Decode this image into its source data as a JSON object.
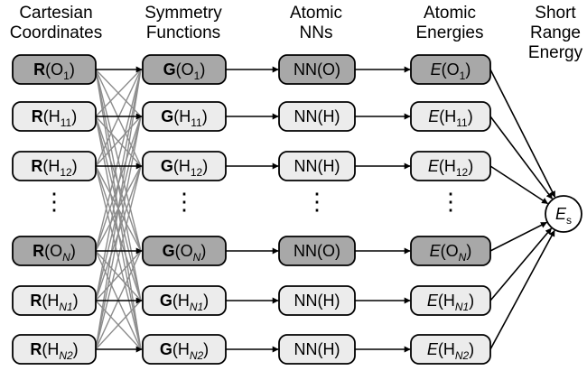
{
  "columns": [
    {
      "lines": [
        "Cartesian",
        "Coordinates"
      ]
    },
    {
      "lines": [
        "Symmetry",
        "Functions"
      ]
    },
    {
      "lines": [
        "Atomic",
        "NNs"
      ]
    },
    {
      "lines": [
        "Atomic",
        "Energies"
      ]
    },
    {
      "lines": [
        "Short",
        "Range",
        "Energy"
      ]
    }
  ],
  "rows": [
    {
      "kind": "dark",
      "coord": {
        "pre": "R",
        "atom": "O",
        "sub": "1",
        "subItalic": false
      },
      "sym": {
        "pre": "G",
        "atom": "O",
        "sub": "1",
        "subItalic": false
      },
      "nn": "NN(O)",
      "energy": {
        "pre": "E",
        "atom": "O",
        "sub": "1",
        "subItalic": false
      }
    },
    {
      "kind": "light",
      "coord": {
        "pre": "R",
        "atom": "H",
        "sub": "11",
        "subItalic": false
      },
      "sym": {
        "pre": "G",
        "atom": "H",
        "sub": "11",
        "subItalic": false
      },
      "nn": "NN(H)",
      "energy": {
        "pre": "E",
        "atom": "H",
        "sub": "11",
        "subItalic": false
      }
    },
    {
      "kind": "light",
      "coord": {
        "pre": "R",
        "atom": "H",
        "sub": "12",
        "subItalic": false
      },
      "sym": {
        "pre": "G",
        "atom": "H",
        "sub": "12",
        "subItalic": false
      },
      "nn": "NN(H)",
      "energy": {
        "pre": "E",
        "atom": "H",
        "sub": "12",
        "subItalic": false
      }
    },
    {
      "kind": "dark",
      "coord": {
        "pre": "R",
        "atom": "O",
        "sub": "N",
        "subItalic": true
      },
      "sym": {
        "pre": "G",
        "atom": "O",
        "sub": "N",
        "subItalic": true
      },
      "nn": "NN(O)",
      "energy": {
        "pre": "E",
        "atom": "O",
        "sub": "N",
        "subItalic": true
      }
    },
    {
      "kind": "light",
      "coord": {
        "pre": "R",
        "atom": "H",
        "sub": "N1",
        "subItalic": true
      },
      "sym": {
        "pre": "G",
        "atom": "H",
        "sub": "N1",
        "subItalic": true
      },
      "nn": "NN(H)",
      "energy": {
        "pre": "E",
        "atom": "H",
        "sub": "N1",
        "subItalic": true
      }
    },
    {
      "kind": "light",
      "coord": {
        "pre": "R",
        "atom": "H",
        "sub": "N2",
        "subItalic": true
      },
      "sym": {
        "pre": "G",
        "atom": "H",
        "sub": "N2",
        "subItalic": true
      },
      "nn": "NN(H)",
      "energy": {
        "pre": "E",
        "atom": "H",
        "sub": "N2",
        "subItalic": true
      }
    }
  ],
  "ellipsis": "⋮",
  "output": {
    "pre": "E",
    "sub": "s"
  },
  "colors": {
    "dark": "#a8a8a8",
    "light": "#ececec",
    "stroke": "#000000",
    "fan": "#8c8c8c"
  }
}
